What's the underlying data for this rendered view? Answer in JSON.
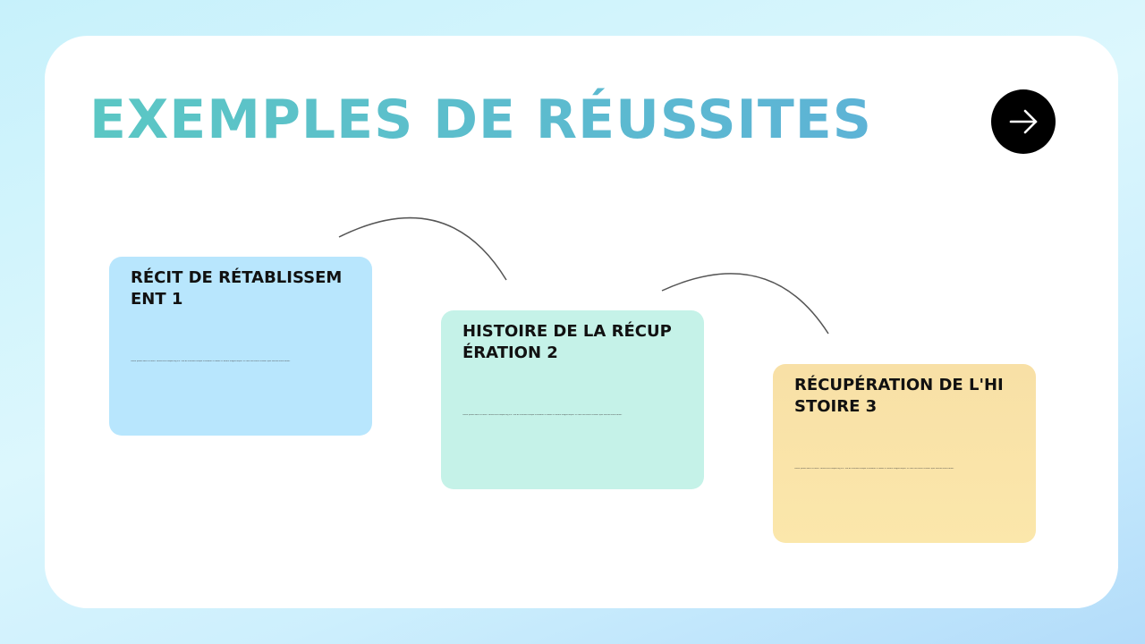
{
  "title": "EXEMPLES DE RÉUSSITES",
  "next_button": {
    "icon": "arrow-right-icon",
    "color": "#000000"
  },
  "cards": [
    {
      "title": "RÉCIT DE RÉTABLISSEMENT 1",
      "body": "Lorem ipsum dolor sit amet, consectetur adipiscing elit. Sed do eiusmod tempor incididunt ut labore et dolore magna aliqua. Ut enim ad minim veniam, quis nostrud exercitation.",
      "color": "#b8e6fd"
    },
    {
      "title": "HISTOIRE DE LA RÉCUPÉRATION 2",
      "body": "Lorem ipsum dolor sit amet, consectetur adipiscing elit. Sed do eiusmod tempor incididunt ut labore et dolore magna aliqua. Ut enim ad minim veniam, quis nostrud exercitation.",
      "color": "#c5f2e8"
    },
    {
      "title": "RÉCUPÉRATION DE L'HISTOIRE 3",
      "body": "Lorem ipsum dolor sit amet, consectetur adipiscing elit. Sed do eiusmod tempor incididunt ut labore et dolore magna aliqua. Ut enim ad minim veniam, quis nostrud exercitation.",
      "color": "#f9e3a8"
    }
  ],
  "colors": {
    "title": "#5bc0c8",
    "panel": "#ffffff",
    "connector": "#555555"
  }
}
